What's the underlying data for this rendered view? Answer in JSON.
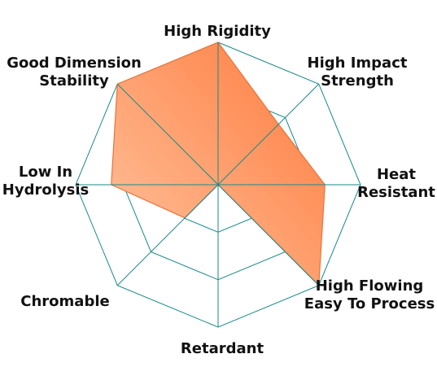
{
  "chart_data": {
    "type": "radar",
    "axes": [
      {
        "lines": [
          "High Rigidity"
        ]
      },
      {
        "lines": [
          "High Impact",
          "Strength"
        ]
      },
      {
        "lines": [
          "Heat",
          "Resistant"
        ]
      },
      {
        "lines": [
          "High Flowing",
          "Easy To Process"
        ]
      },
      {
        "lines": [
          "Retardant"
        ]
      },
      {
        "lines": [
          "Chromable"
        ]
      },
      {
        "lines": [
          "Low In",
          "Hydrolysis"
        ]
      },
      {
        "lines": [
          "Good Dimension",
          "Stability"
        ]
      }
    ],
    "levels": 3,
    "range": [
      0,
      1
    ],
    "series": [
      {
        "values": [
          1.0,
          0.6,
          0.75,
          1.0,
          0.0,
          0.33,
          0.75,
          1.0
        ],
        "fill_gradient": [
          "#ffc4a0",
          "#ff7a3c"
        ],
        "stroke": "#e8733a"
      }
    ],
    "grid_color": "#1a8a8a"
  }
}
